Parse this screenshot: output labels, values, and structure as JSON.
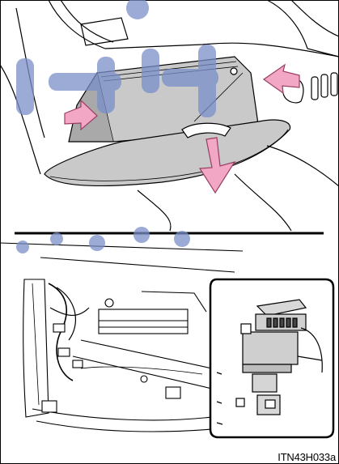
{
  "figure": {
    "caption": "ITN43H033a",
    "colors": {
      "line": "#000000",
      "panel_fill": "#c9c9c9",
      "panel_dark": "#a9a9a9",
      "arrow_fill": "#f2a8c4",
      "arrow_stroke": "#9a3d63",
      "watermark": "#7a8fc9",
      "divider": "#000000"
    },
    "upper_panel": {
      "subject": "glove-box-removal",
      "arrows": [
        "press-left-side",
        "press-right-side",
        "pull-down"
      ]
    },
    "lower_panel": {
      "subject": "dash-underside-with-connector-detail",
      "inset": "connector-close-up"
    }
  }
}
